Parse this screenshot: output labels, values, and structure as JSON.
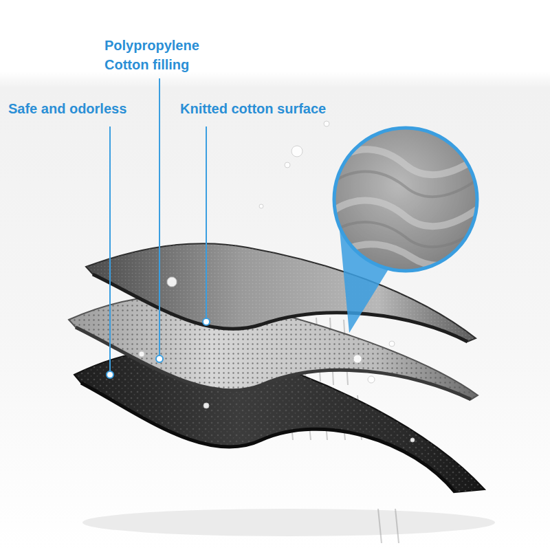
{
  "diagram": {
    "labels": [
      "Polypropylene Cotton filling",
      "Safe and odorless",
      "Knitted cotton surface"
    ]
  }
}
